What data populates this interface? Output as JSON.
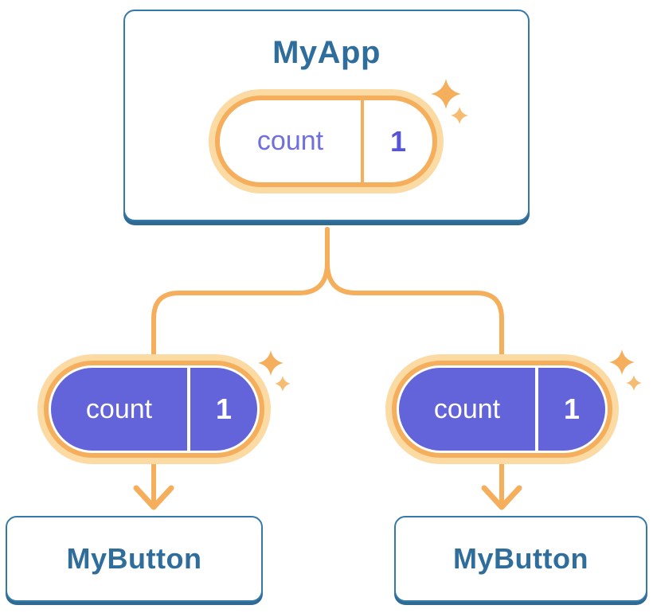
{
  "diagram": {
    "root": {
      "title": "MyApp",
      "state": {
        "name": "count",
        "value": "1"
      }
    },
    "children": [
      {
        "title": "MyButton",
        "state": {
          "name": "count",
          "value": "1"
        }
      },
      {
        "title": "MyButton",
        "state": {
          "name": "count",
          "value": "1"
        }
      }
    ]
  },
  "icons": {
    "sparkle_large": "sparkle-icon",
    "sparkle_small": "sparkle-icon",
    "arrow_down": "arrow-down-icon"
  },
  "colors": {
    "accent_orange": "#F5AF5C",
    "sparkle_small_orange": "#F6BC72",
    "glow_peach": "#FBDAA4",
    "state_purple": "#6363DA",
    "state_name_purple": "#7070DD",
    "state_value_purple": "#5555D5",
    "card_border_blue": "#3579A8",
    "card_shadow_blue": "#2F6A93",
    "title_blue": "#2E6D9C",
    "card_background": "#FFFFFF"
  }
}
